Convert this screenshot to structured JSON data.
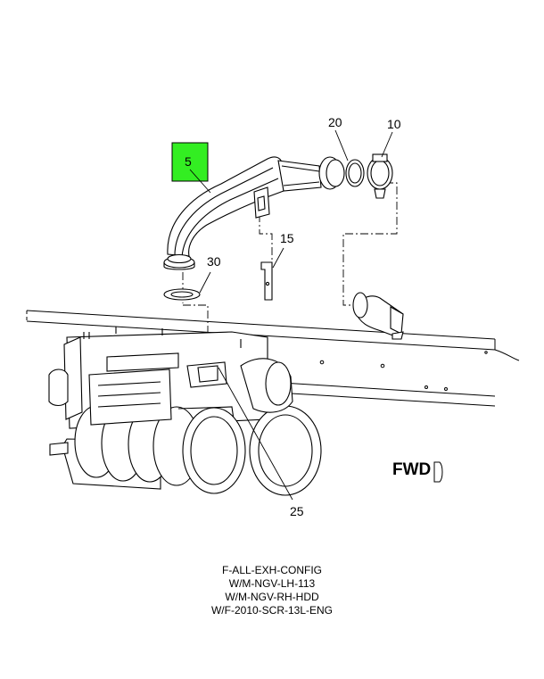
{
  "callouts": {
    "c5": "5",
    "c10": "10",
    "c15": "15",
    "c20": "20",
    "c25": "25",
    "c30": "30"
  },
  "highlight_color": "#33ee22",
  "fwd_label": "FWD",
  "caption": {
    "line1": "F-ALL-EXH-CONFIG",
    "line2": "W/M-NGV-LH-113",
    "line3": "W/M-NGV-RH-HDD",
    "line4": "W/F-2010-SCR-13L-ENG"
  }
}
